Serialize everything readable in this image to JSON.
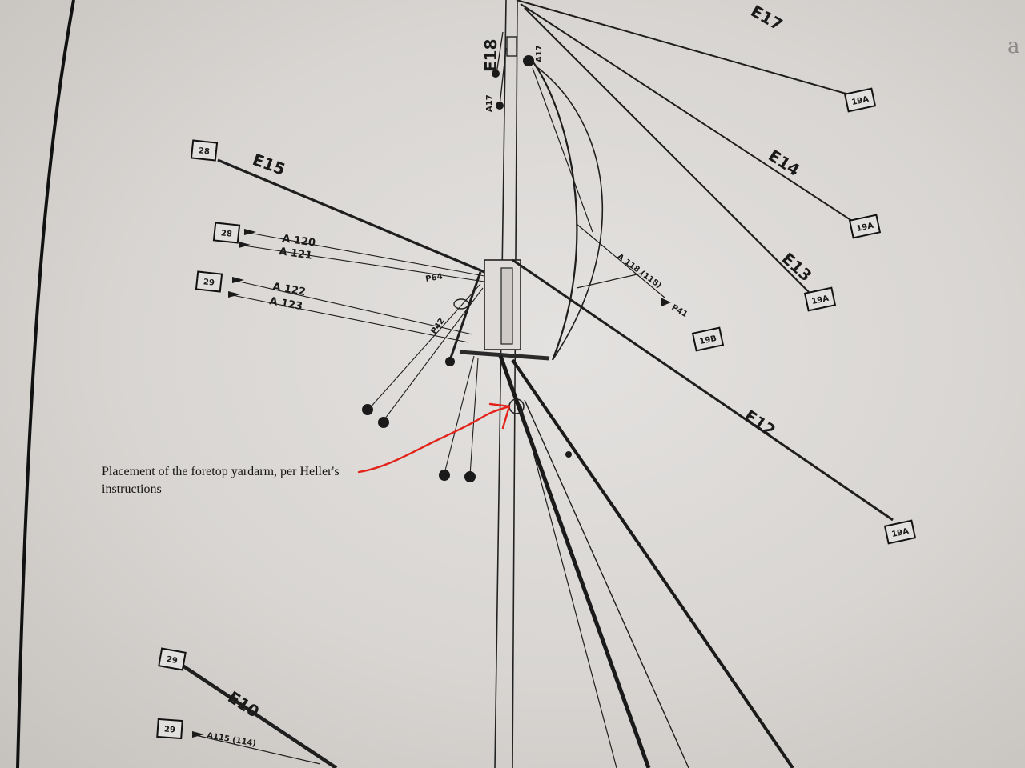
{
  "labels": {
    "E17": "E17",
    "E18": "E18",
    "E15": "E15",
    "E14": "E14",
    "E13": "E13",
    "E12": "E12",
    "E10": "E10",
    "A17a": "A17",
    "A17b": "A17",
    "A120": "A 120",
    "A121": "A 121",
    "A122": "A 122",
    "A123": "A 123",
    "A118": "A 118 (118)",
    "A115": "A115 (114)",
    "P64": "P64",
    "P42": "P42",
    "P41": "P41",
    "hand": "a"
  },
  "boxes": {
    "b1": "19A",
    "b2": "19A",
    "b3": "19A",
    "b4": "19A",
    "b5": "19B",
    "b6": "28",
    "b7": "28",
    "b8": "29",
    "b9": "29",
    "b10": "29"
  },
  "annotation": {
    "text": "Placement of the foretop yardarm, per Heller's instructions",
    "color": "#e2231a"
  }
}
